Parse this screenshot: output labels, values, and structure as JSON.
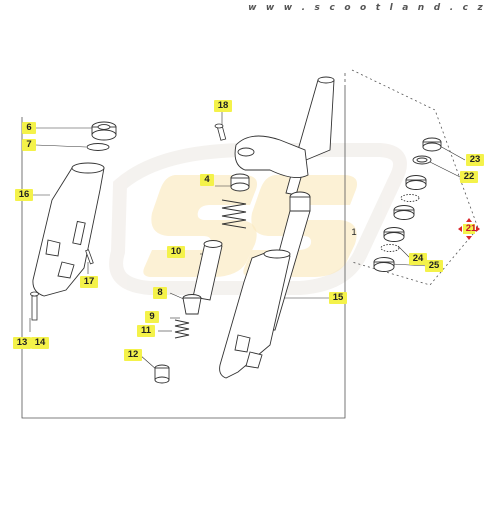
{
  "header": {
    "site_url": "w w w . s c o o t l a n d . c z"
  },
  "diagram": {
    "callouts": [
      {
        "id": "6",
        "label": "6",
        "interactable": true
      },
      {
        "id": "7",
        "label": "7",
        "interactable": true
      },
      {
        "id": "16",
        "label": "16",
        "interactable": true
      },
      {
        "id": "17",
        "label": "17",
        "interactable": true
      },
      {
        "id": "13",
        "label": "13",
        "interactable": true
      },
      {
        "id": "14",
        "label": "14",
        "interactable": true
      },
      {
        "id": "18",
        "label": "18",
        "interactable": true
      },
      {
        "id": "4",
        "label": "4",
        "interactable": true
      },
      {
        "id": "10",
        "label": "10",
        "interactable": true
      },
      {
        "id": "8",
        "label": "8",
        "interactable": true
      },
      {
        "id": "9",
        "label": "9",
        "interactable": true
      },
      {
        "id": "11",
        "label": "11",
        "interactable": true
      },
      {
        "id": "12",
        "label": "12",
        "interactable": true
      },
      {
        "id": "15",
        "label": "15",
        "interactable": true
      },
      {
        "id": "1",
        "label": "1",
        "interactable": false
      },
      {
        "id": "23",
        "label": "23",
        "interactable": true
      },
      {
        "id": "22",
        "label": "22",
        "interactable": true
      },
      {
        "id": "21",
        "label": "21",
        "interactable": true,
        "selected": true
      },
      {
        "id": "24",
        "label": "24",
        "interactable": true
      },
      {
        "id": "25",
        "label": "25",
        "interactable": true
      }
    ],
    "colors": {
      "callout_bg": "#f4f24a",
      "selected_marker": "#d9262b",
      "watermark": "#f3dca5",
      "line": "#333333"
    },
    "watermark_logo": "S"
  }
}
